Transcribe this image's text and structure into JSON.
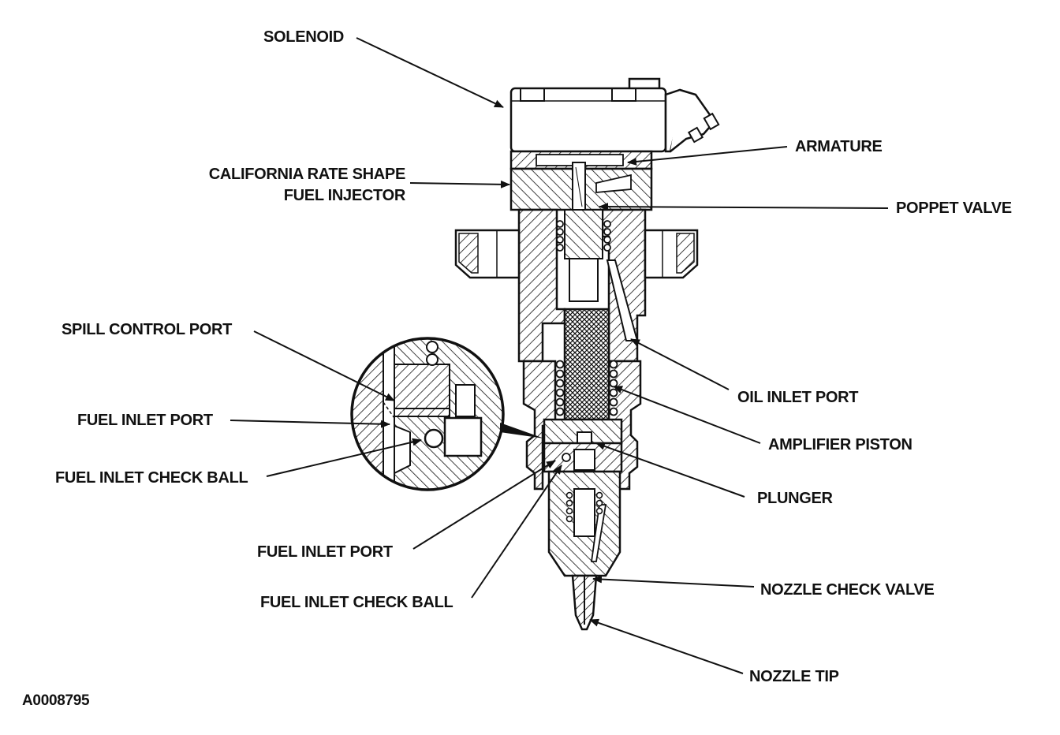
{
  "labels": {
    "solenoid": "SOLENOID",
    "armature": "ARMATURE",
    "injector_line1": "CALIFORNIA RATE SHAPE",
    "injector_line2": "FUEL INJECTOR",
    "poppet_valve": "POPPET VALVE",
    "spill_control_port": "SPILL CONTROL PORT",
    "fuel_inlet_port_detail": "FUEL INLET PORT",
    "fuel_inlet_check_ball_detail": "FUEL INLET CHECK BALL",
    "oil_inlet_port": "OIL INLET PORT",
    "amplifier_piston": "AMPLIFIER PISTON",
    "plunger": "PLUNGER",
    "fuel_inlet_port": "FUEL INLET PORT",
    "fuel_inlet_check_ball": "FUEL INLET CHECK BALL",
    "nozzle_check_valve": "NOZZLE CHECK VALVE",
    "nozzle_tip": "NOZZLE TIP",
    "figure_id": "A0008795"
  },
  "colors": {
    "ink": "#111111",
    "background": "#ffffff",
    "shade": "#d8d8d8"
  }
}
